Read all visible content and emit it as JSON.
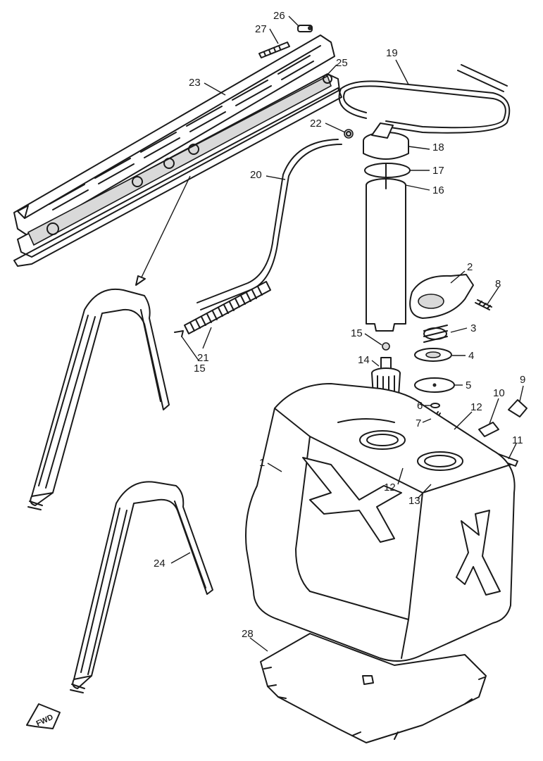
{
  "callouts": {
    "c1": "1",
    "c2": "2",
    "c3": "3",
    "c4": "4",
    "c5": "5",
    "c6": "6",
    "c7": "7",
    "c8": "8",
    "c9": "9",
    "c10": "10",
    "c11": "11",
    "c12a": "12",
    "c12b": "12",
    "c13": "13",
    "c14": "14",
    "c15a": "15",
    "c15b": "15",
    "c16": "16",
    "c17": "17",
    "c18": "18",
    "c19": "19",
    "c20": "20",
    "c21": "21",
    "c22": "22",
    "c23": "23",
    "c24": "24",
    "c25": "25",
    "c26": "26",
    "c27": "27",
    "c28": "28"
  },
  "fwd_label": "FWD"
}
